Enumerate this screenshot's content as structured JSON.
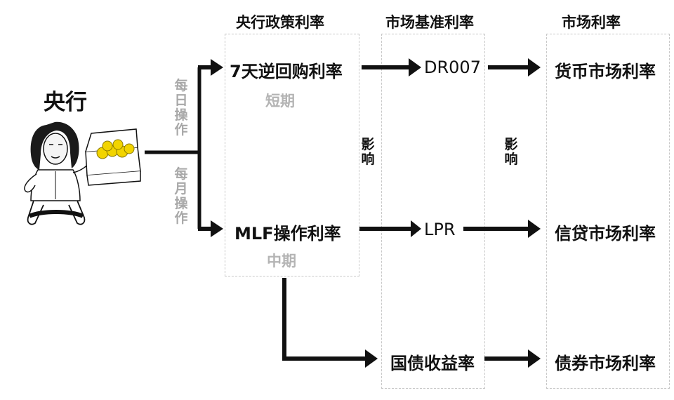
{
  "columns": {
    "policy": "央行政策利率",
    "benchmark": "市场基准利率",
    "market": "市场利率"
  },
  "central_bank": {
    "label": "央行"
  },
  "operations": {
    "daily": "每日操作",
    "monthly": "每月操作"
  },
  "policy_rates": {
    "reverse_repo": {
      "label": "7天逆回购利率",
      "term": "短期"
    },
    "mlf": {
      "label": "MLF操作利率",
      "term": "中期"
    }
  },
  "benchmarks": {
    "dr007": "DR007",
    "lpr": "LPR",
    "treasury": "国债收益率"
  },
  "market_rates": {
    "money": "货币市场利率",
    "credit": "信贷市场利率",
    "bond": "债券市场利率"
  },
  "influence": {
    "left": "影响",
    "right": "影响"
  }
}
